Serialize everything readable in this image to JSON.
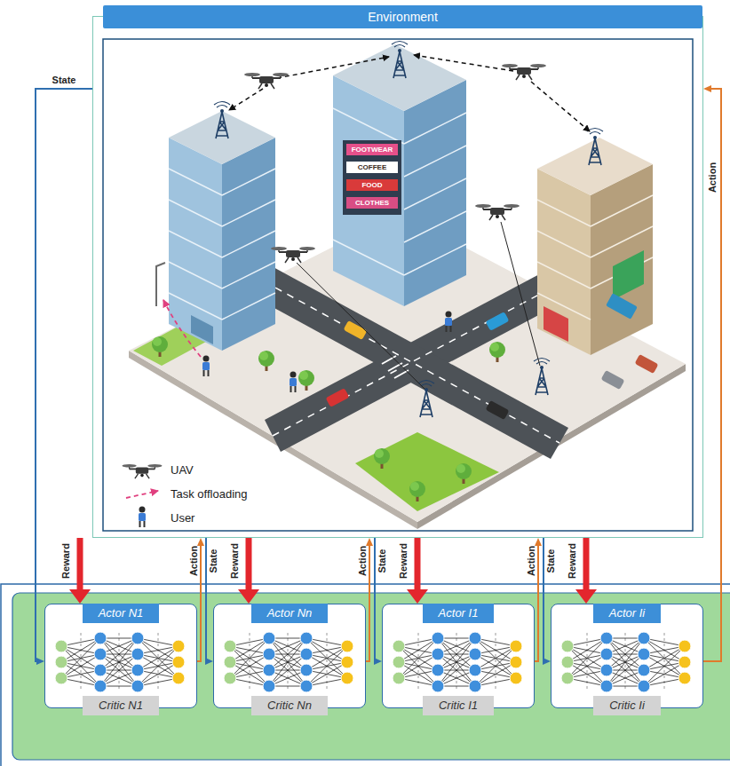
{
  "diagram": {
    "nodes": [
      {
        "text": [
          "Environment"
        ]
      },
      {
        "text": [
          "Actor N1",
          "Critic N1"
        ]
      },
      {
        "text": [
          "Actor Nn",
          "Critic Nn"
        ]
      },
      {
        "text": [
          "Actor I1",
          "Critic I1"
        ]
      },
      {
        "text": [
          "Actor Ii",
          "Critic Ii"
        ]
      }
    ],
    "edges": [
      {
        "from": 0,
        "to": 1,
        "arrow": "to",
        "label": "State"
      },
      {
        "from": 0,
        "to": 1,
        "arrow": "to",
        "label": "Reward"
      },
      {
        "from": 1,
        "to": 0,
        "arrow": "to",
        "label": "Action"
      },
      {
        "from": 0,
        "to": 2,
        "arrow": "to",
        "label": "State"
      },
      {
        "from": 0,
        "to": 2,
        "arrow": "to",
        "label": "Reward"
      },
      {
        "from": 2,
        "to": 0,
        "arrow": "to",
        "label": "Action"
      },
      {
        "from": 0,
        "to": 3,
        "arrow": "to",
        "label": "State"
      },
      {
        "from": 0,
        "to": 3,
        "arrow": "to",
        "label": "Reward"
      },
      {
        "from": 3,
        "to": 0,
        "arrow": "to",
        "label": "Action"
      },
      {
        "from": 0,
        "to": 4,
        "arrow": "to",
        "label": "State"
      },
      {
        "from": 0,
        "to": 4,
        "arrow": "to",
        "label": "Reward"
      },
      {
        "from": 4,
        "to": 0,
        "arrow": "to",
        "label": "Action"
      }
    ],
    "labels": [
      "FOOTWEAR",
      "COFFEE",
      "FOOD",
      "CLOTHES"
    ],
    "legend": [
      {
        "text": "UAV"
      },
      {
        "text": "Task offloading"
      },
      {
        "text": "User"
      }
    ]
  }
}
